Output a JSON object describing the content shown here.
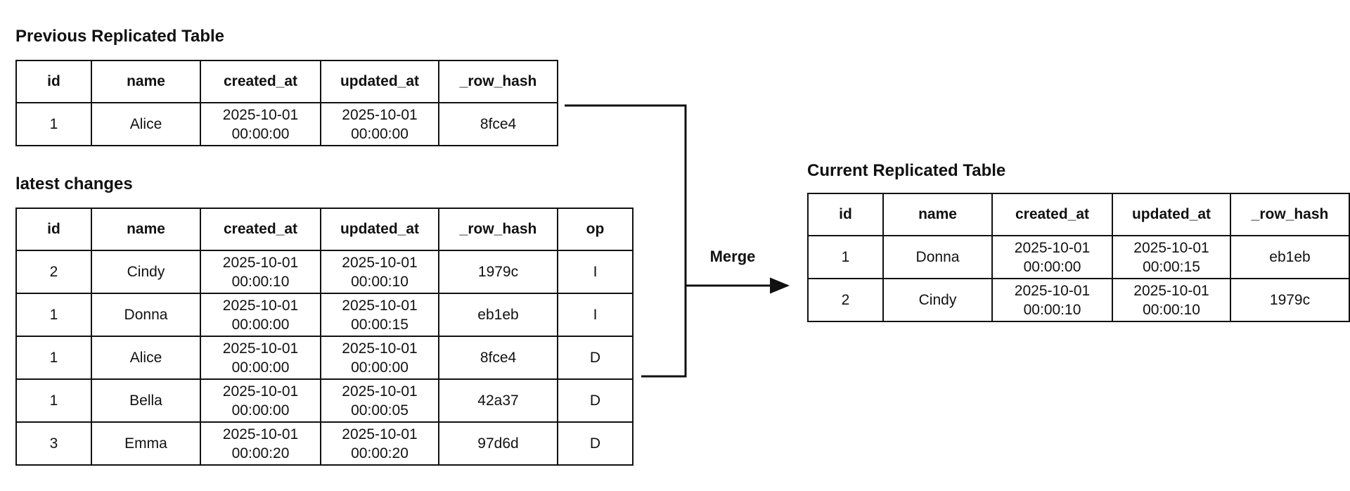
{
  "merge_label": "Merge",
  "colors": {
    "background": "#ffffff",
    "line": "#111111",
    "text": "#111111"
  },
  "tables": {
    "previous": {
      "title": "Previous Replicated Table",
      "columns": [
        "id",
        "name",
        "created_at",
        "updated_at",
        "_row_hash"
      ],
      "rows": [
        [
          "1",
          "Alice",
          "2025-10-01\n00:00:00",
          "2025-10-01\n00:00:00",
          "8fce4"
        ]
      ]
    },
    "changes": {
      "title": "latest changes",
      "columns": [
        "id",
        "name",
        "created_at",
        "updated_at",
        "_row_hash",
        "op"
      ],
      "rows": [
        [
          "2",
          "Cindy",
          "2025-10-01\n00:00:10",
          "2025-10-01\n00:00:10",
          "1979c",
          "I"
        ],
        [
          "1",
          "Donna",
          "2025-10-01\n00:00:00",
          "2025-10-01\n00:00:15",
          "eb1eb",
          "I"
        ],
        [
          "1",
          "Alice",
          "2025-10-01\n00:00:00",
          "2025-10-01\n00:00:00",
          "8fce4",
          "D"
        ],
        [
          "1",
          "Bella",
          "2025-10-01\n00:00:00",
          "2025-10-01\n00:00:05",
          "42a37",
          "D"
        ],
        [
          "3",
          "Emma",
          "2025-10-01\n00:00:20",
          "2025-10-01\n00:00:20",
          "97d6d",
          "D"
        ]
      ]
    },
    "current": {
      "title": "Current Replicated Table",
      "columns": [
        "id",
        "name",
        "created_at",
        "updated_at",
        "_row_hash"
      ],
      "rows": [
        [
          "1",
          "Donna",
          "2025-10-01\n00:00:00",
          "2025-10-01\n00:00:15",
          "eb1eb"
        ],
        [
          "2",
          "Cindy",
          "2025-10-01\n00:00:10",
          "2025-10-01\n00:00:10",
          "1979c"
        ]
      ]
    }
  }
}
